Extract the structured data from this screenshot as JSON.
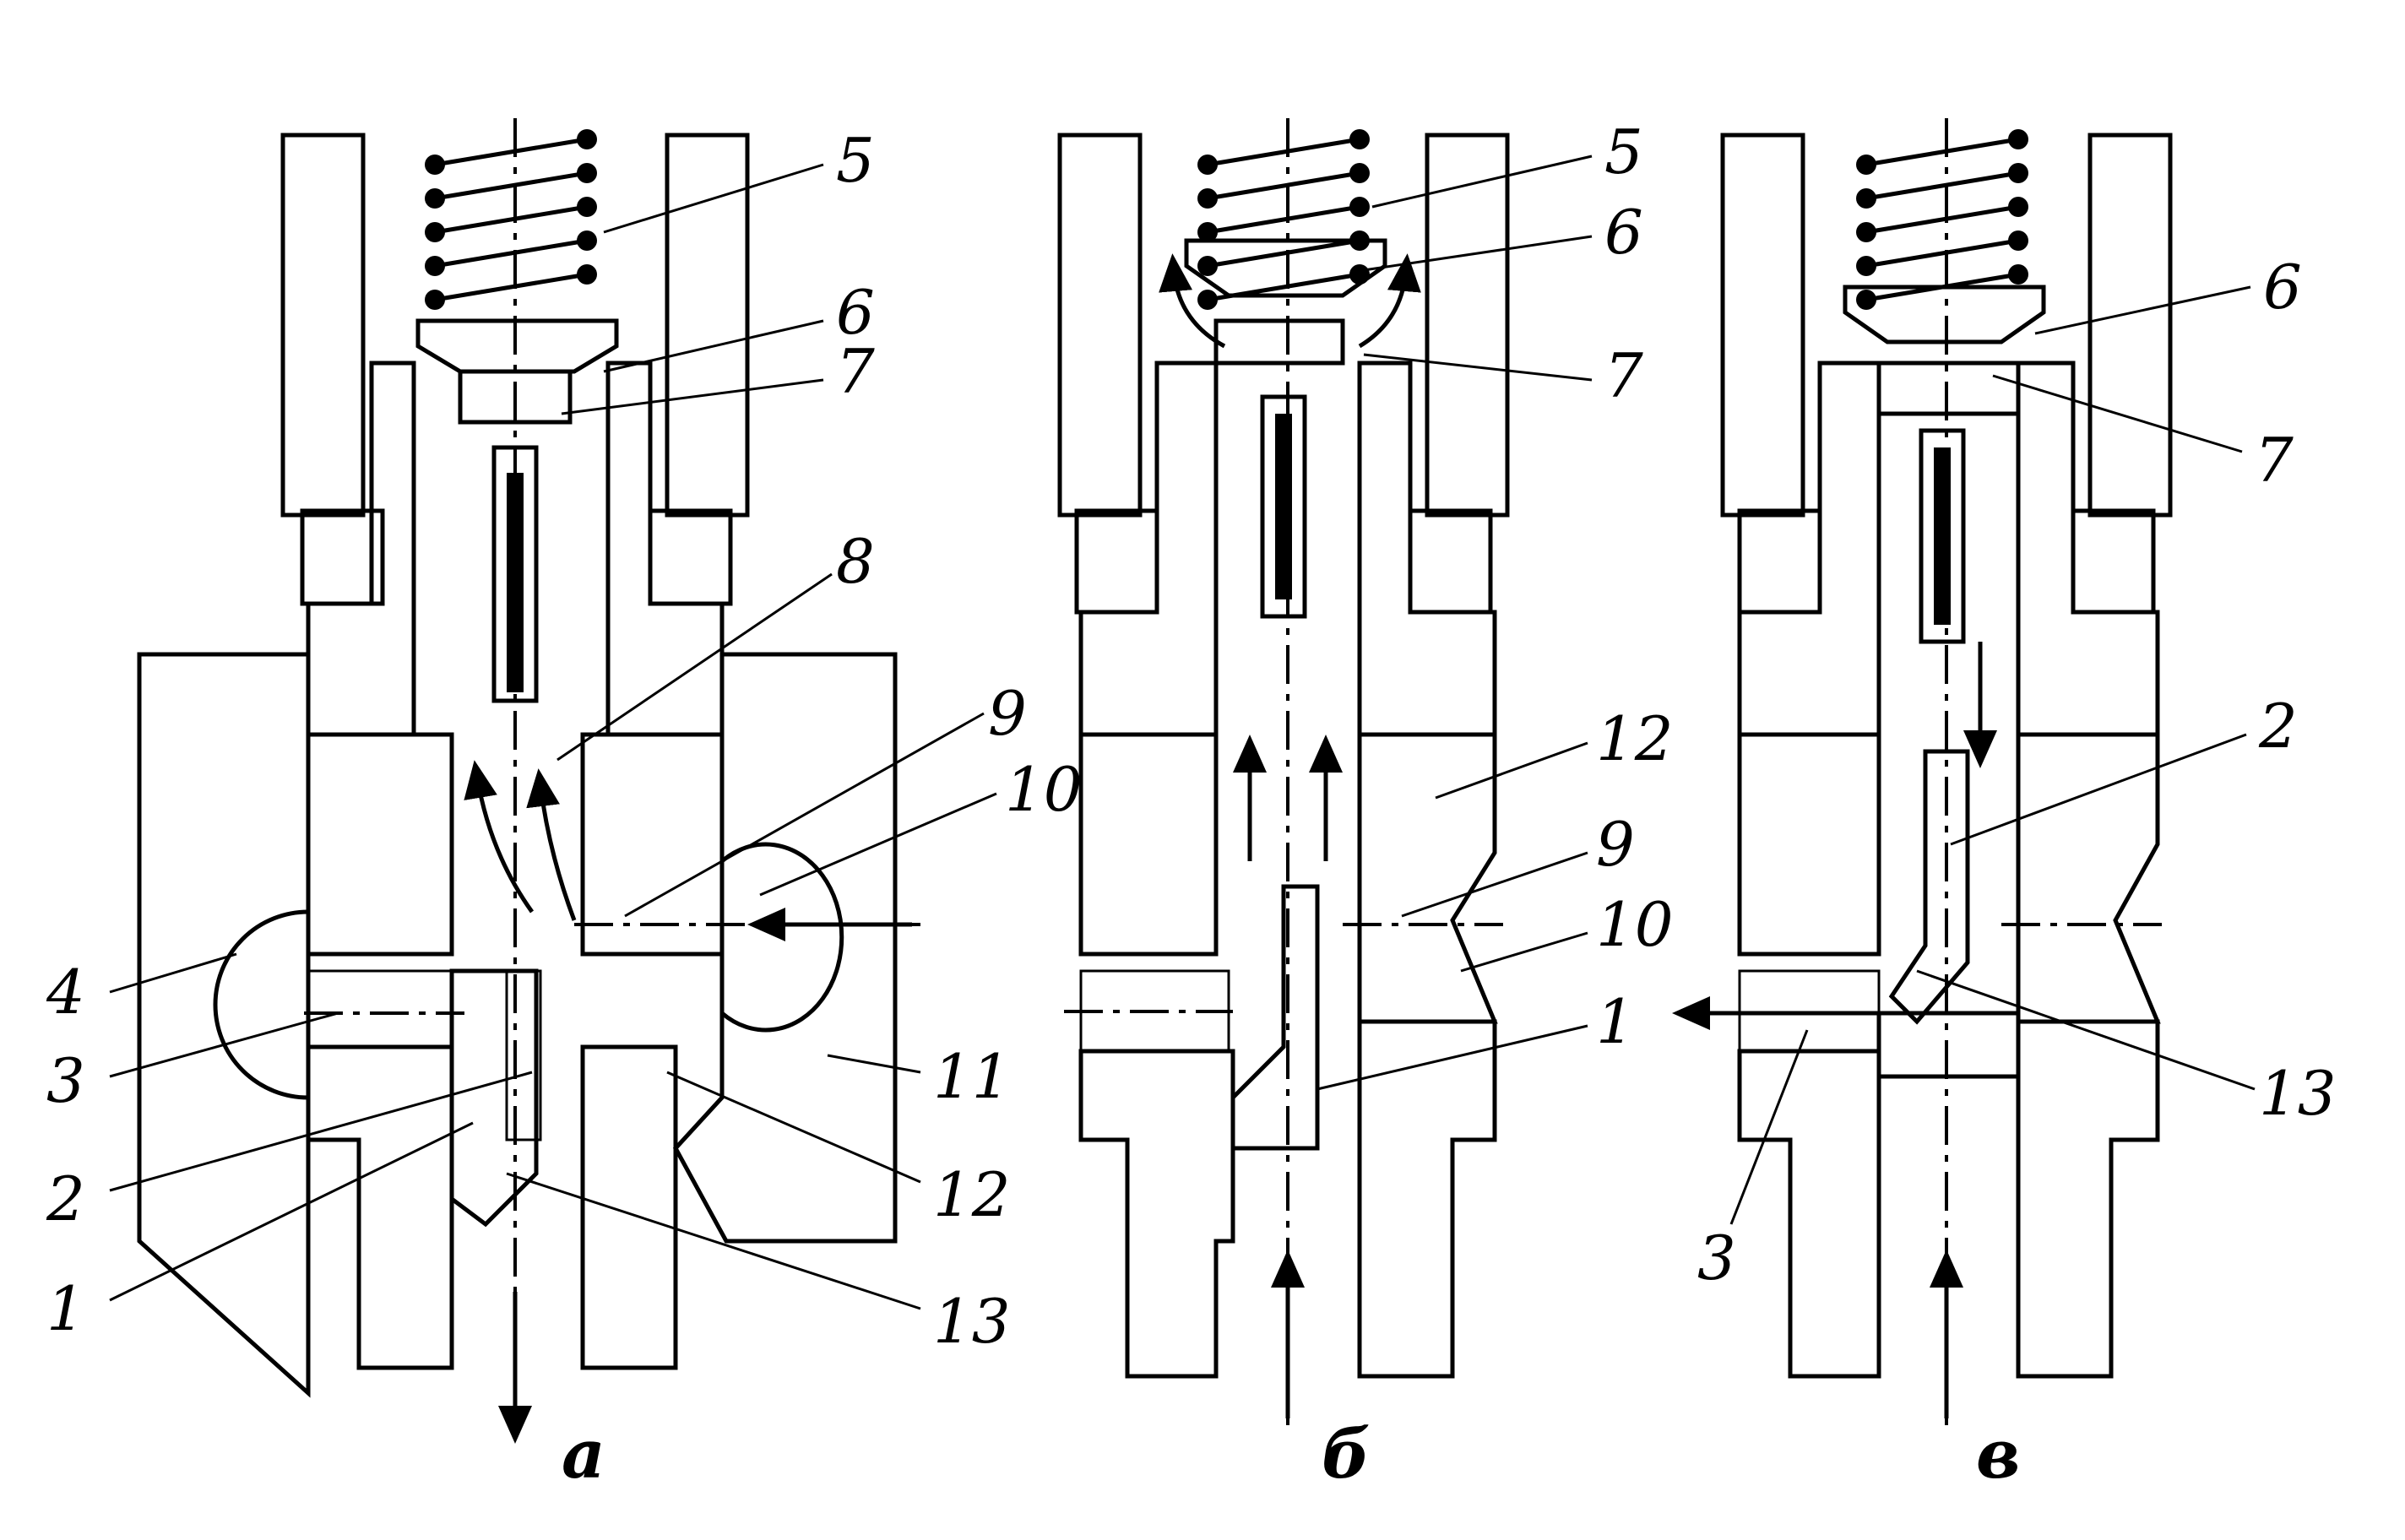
{
  "diagram": {
    "panels": [
      {
        "id": "a",
        "caption": "а",
        "labels": [
          "5",
          "6",
          "7",
          "8",
          "9",
          "10",
          "11",
          "12",
          "13",
          "4",
          "3",
          "2",
          "1"
        ]
      },
      {
        "id": "b",
        "caption": "б",
        "labels": [
          "5",
          "6",
          "7",
          "12",
          "9",
          "10",
          "1"
        ]
      },
      {
        "id": "c",
        "caption": "в",
        "labels": [
          "6",
          "7",
          "2",
          "13",
          "3"
        ]
      }
    ],
    "colors": {
      "ink": "#000000",
      "background": "#ffffff"
    }
  }
}
